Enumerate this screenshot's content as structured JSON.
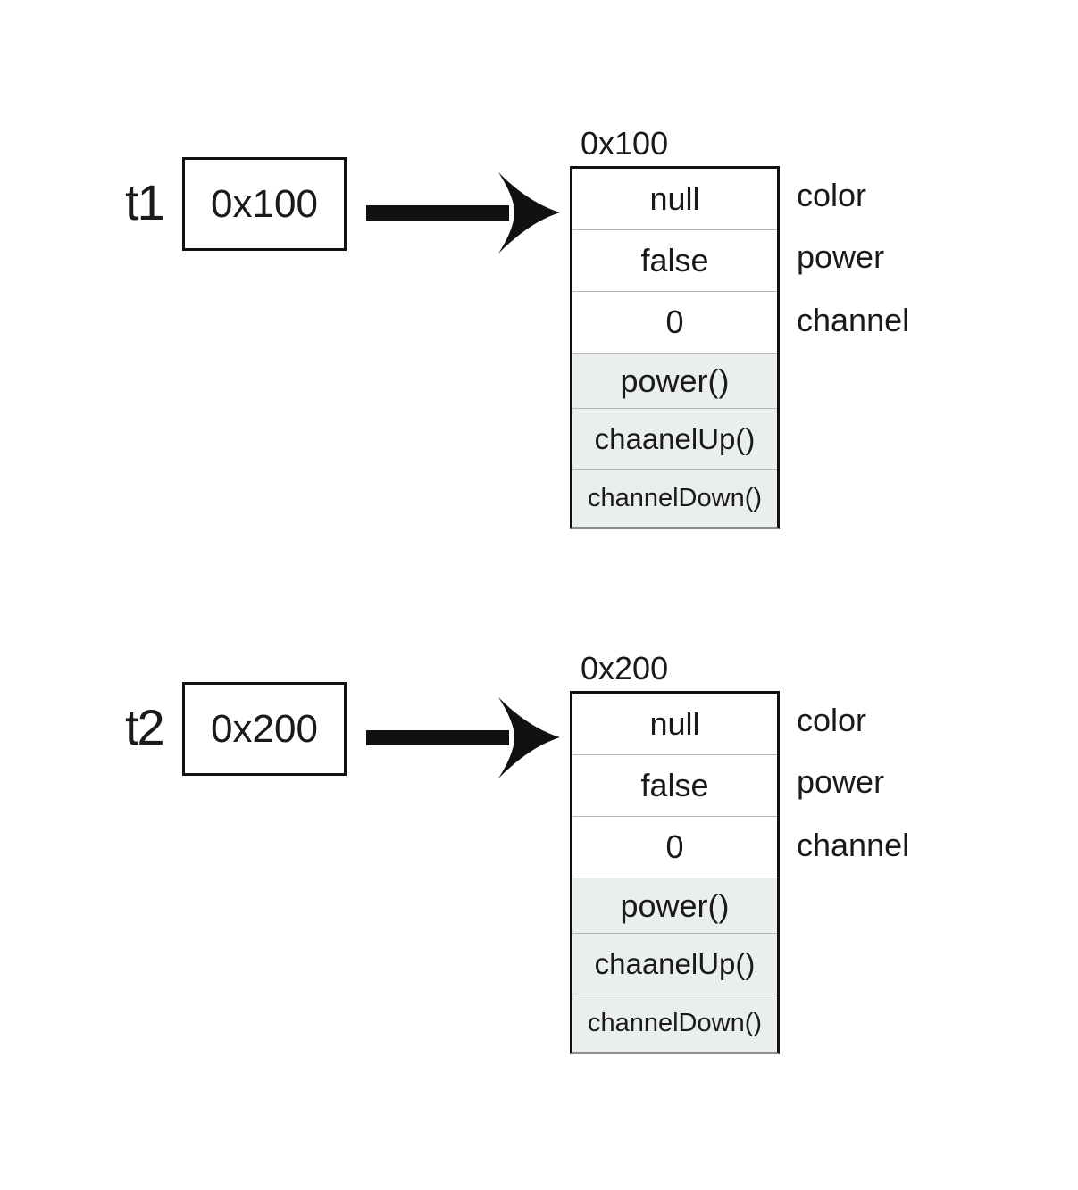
{
  "diagrams": [
    {
      "var_name": "t1",
      "ref_value": "0x100",
      "object_address": "0x100",
      "fields": [
        {
          "value": "null",
          "name": "color"
        },
        {
          "value": "false",
          "name": "power"
        },
        {
          "value": "0",
          "name": "channel"
        }
      ],
      "methods": [
        "power()",
        "chaanelUp()",
        "channelDown()"
      ]
    },
    {
      "var_name": "t2",
      "ref_value": "0x200",
      "object_address": "0x200",
      "fields": [
        {
          "value": "null",
          "name": "color"
        },
        {
          "value": "false",
          "name": "power"
        },
        {
          "value": "0",
          "name": "channel"
        }
      ],
      "methods": [
        "power()",
        "chaanelUp()",
        "channelDown()"
      ]
    }
  ],
  "colors": {
    "method_background": "#eaeeec",
    "border": "#111111",
    "text": "#1a1a1a"
  }
}
